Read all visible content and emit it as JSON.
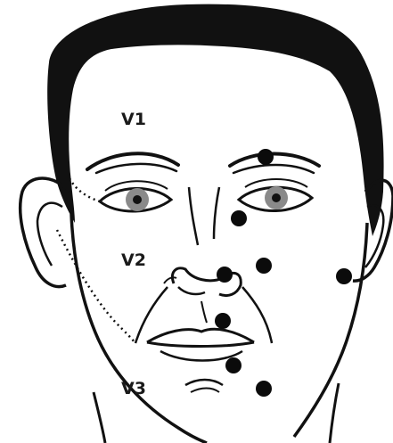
{
  "zones": {
    "v1": "V1",
    "v2": "V2",
    "v3": "V3"
  },
  "colors": {
    "ink": "#111111",
    "skin": "#ffffff",
    "iris": "#8a8a8a",
    "point": "#0b0b0b"
  }
}
